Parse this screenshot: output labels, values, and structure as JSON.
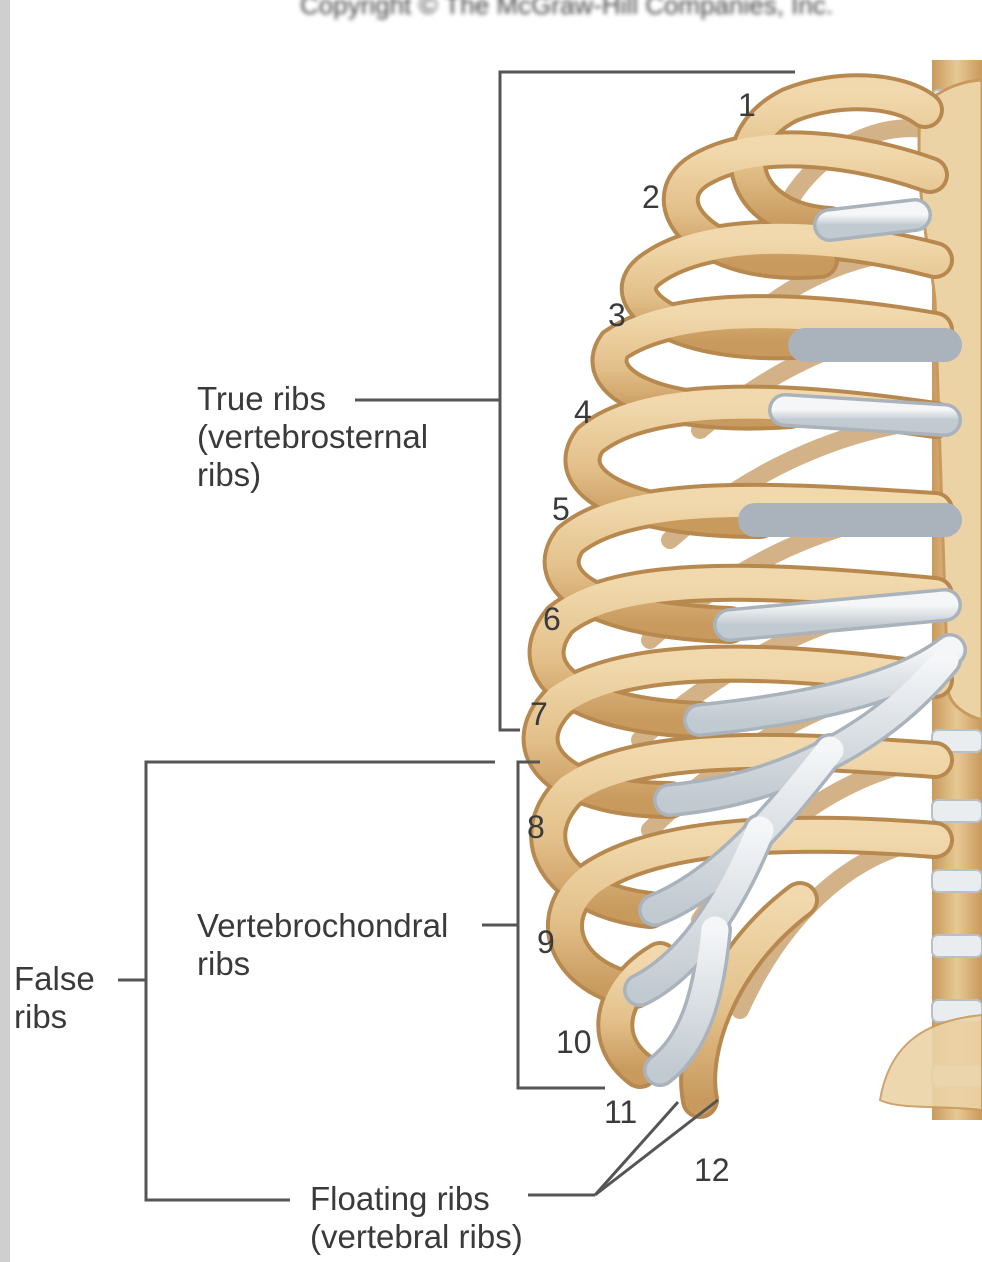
{
  "copyright": "Copyright © The McGraw-Hill Companies, Inc.",
  "labels": {
    "true_ribs": [
      "True ribs",
      "(vertebrosternal",
      "ribs)"
    ],
    "vertebrochondral": [
      "Vertebrochondral",
      "ribs"
    ],
    "false_ribs": [
      "False",
      "ribs"
    ],
    "floating": [
      "Floating ribs",
      "(vertebral ribs)"
    ]
  },
  "rib_numbers": [
    "1",
    "2",
    "3",
    "4",
    "5",
    "6",
    "7",
    "8",
    "9",
    "10",
    "11",
    "12"
  ],
  "colors": {
    "bone": "#e6c795",
    "bone_shadow": "#c99a5e",
    "cartilage": "#e8ecef",
    "cartilage_shadow": "#b9c1c8",
    "line": "#555555"
  }
}
